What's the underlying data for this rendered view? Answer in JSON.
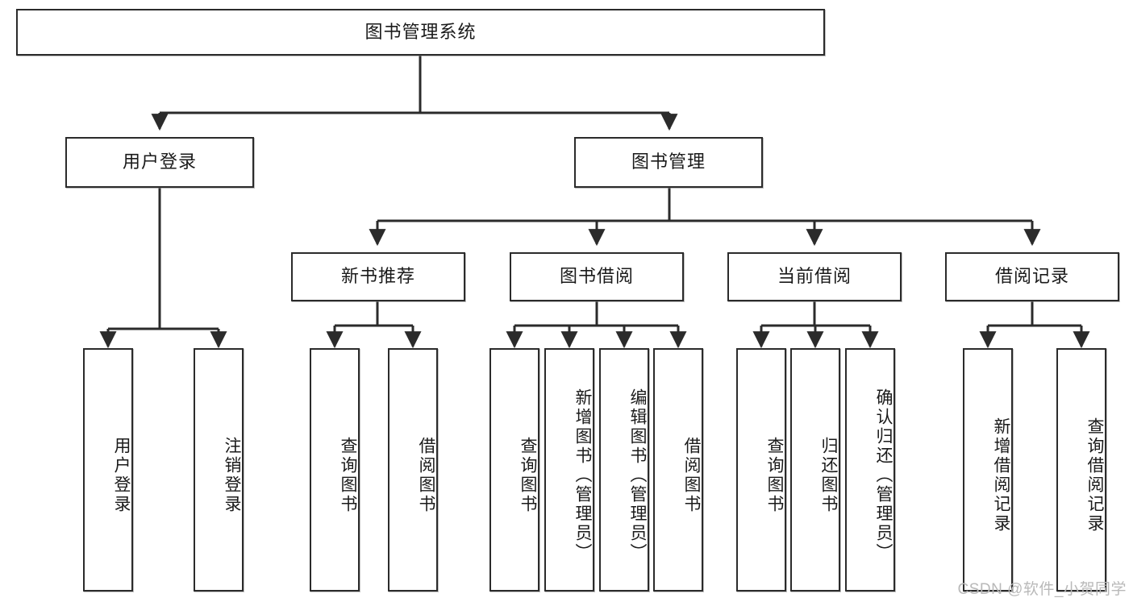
{
  "diagram": {
    "title": "图书管理系统",
    "type": "tree",
    "colors": {
      "box_border": "#2b2b2b",
      "box_fill": "#ffffff",
      "edge": "#2b2b2b",
      "watermark": "#b9b9b9",
      "background": "#ffffff"
    },
    "root": {
      "label": "图书管理系统"
    },
    "level1": [
      {
        "label": "用户登录"
      },
      {
        "label": "图书管理"
      }
    ],
    "level2": [
      {
        "label": "新书推荐"
      },
      {
        "label": "图书借阅"
      },
      {
        "label": "当前借阅"
      },
      {
        "label": "借阅记录"
      }
    ],
    "leaves": {
      "user_login": [
        {
          "label": "用户登录"
        },
        {
          "label": "注销登录"
        }
      ],
      "new_book_recommend": [
        {
          "label": "查询图书"
        },
        {
          "label": "借阅图书"
        }
      ],
      "book_borrow": [
        {
          "label": "查询图书"
        },
        {
          "label": "新增图书（管理员）"
        },
        {
          "label": "编辑图书（管理员）"
        },
        {
          "label": "借阅图书"
        }
      ],
      "current_borrow": [
        {
          "label": "查询图书"
        },
        {
          "label": "归还图书"
        },
        {
          "label": "确认归还（管理员）"
        }
      ],
      "borrow_record": [
        {
          "label": "新增借阅记录"
        },
        {
          "label": "查询借阅记录"
        }
      ]
    }
  },
  "watermark": {
    "text": "CSDN @软件_小贺同学"
  }
}
